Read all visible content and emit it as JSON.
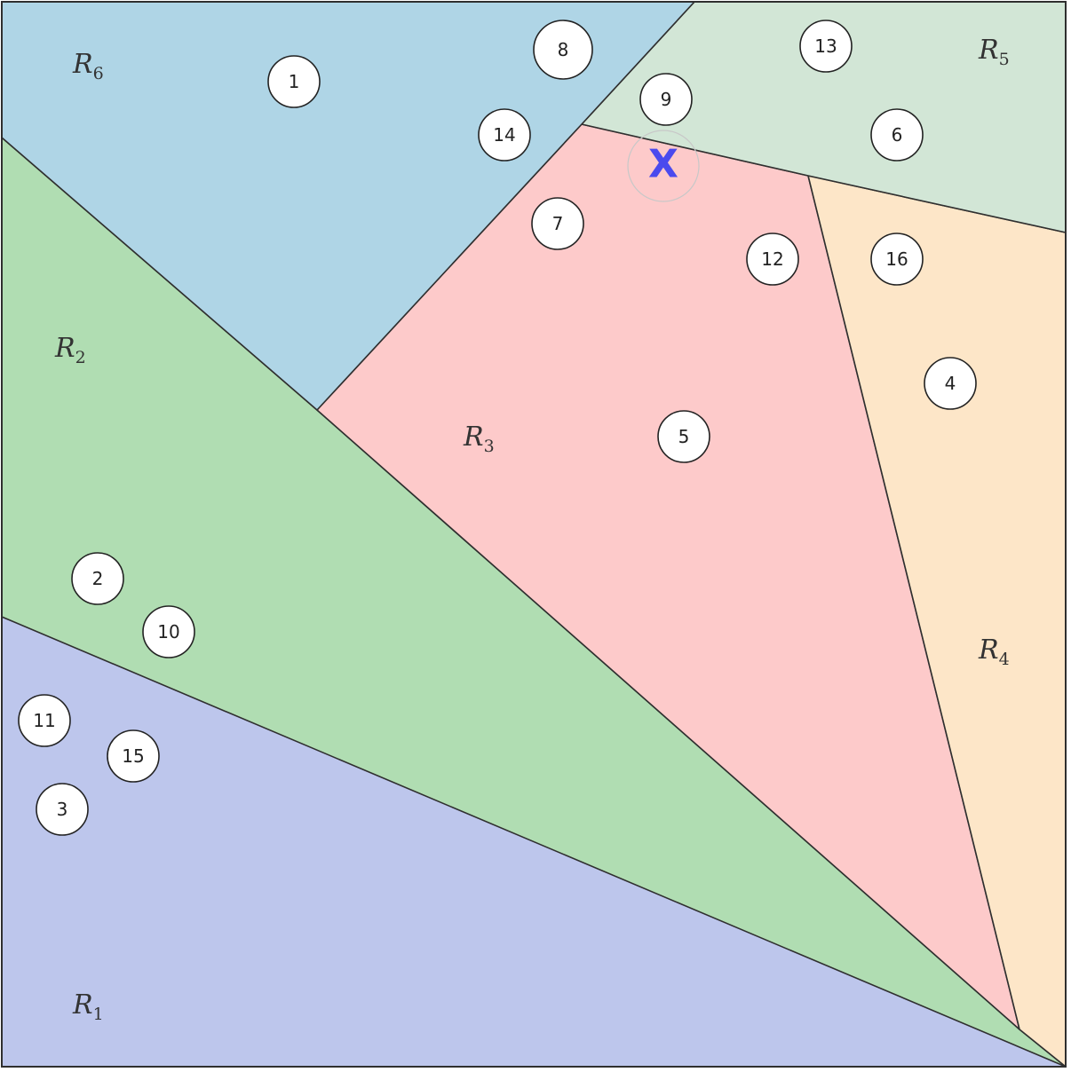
{
  "regions": [
    {
      "id": "R1",
      "letter": "R",
      "sub": "1",
      "color": "#bdc6ec"
    },
    {
      "id": "R2",
      "letter": "R",
      "sub": "2",
      "color": "#b0ddb2"
    },
    {
      "id": "R3",
      "letter": "R",
      "sub": "3",
      "color": "#fdcaca"
    },
    {
      "id": "R4",
      "letter": "R",
      "sub": "4",
      "color": "#fde6c8"
    },
    {
      "id": "R5",
      "letter": "R",
      "sub": "5",
      "color": "#d2e6d6"
    },
    {
      "id": "R6",
      "letter": "R",
      "sub": "6",
      "color": "#afd5e6"
    }
  ],
  "points": [
    "1",
    "2",
    "3",
    "4",
    "5",
    "6",
    "7",
    "8",
    "9",
    "10",
    "11",
    "12",
    "13",
    "14",
    "15",
    "16"
  ],
  "query": {
    "label": "X",
    "color": "#4a4aee"
  }
}
